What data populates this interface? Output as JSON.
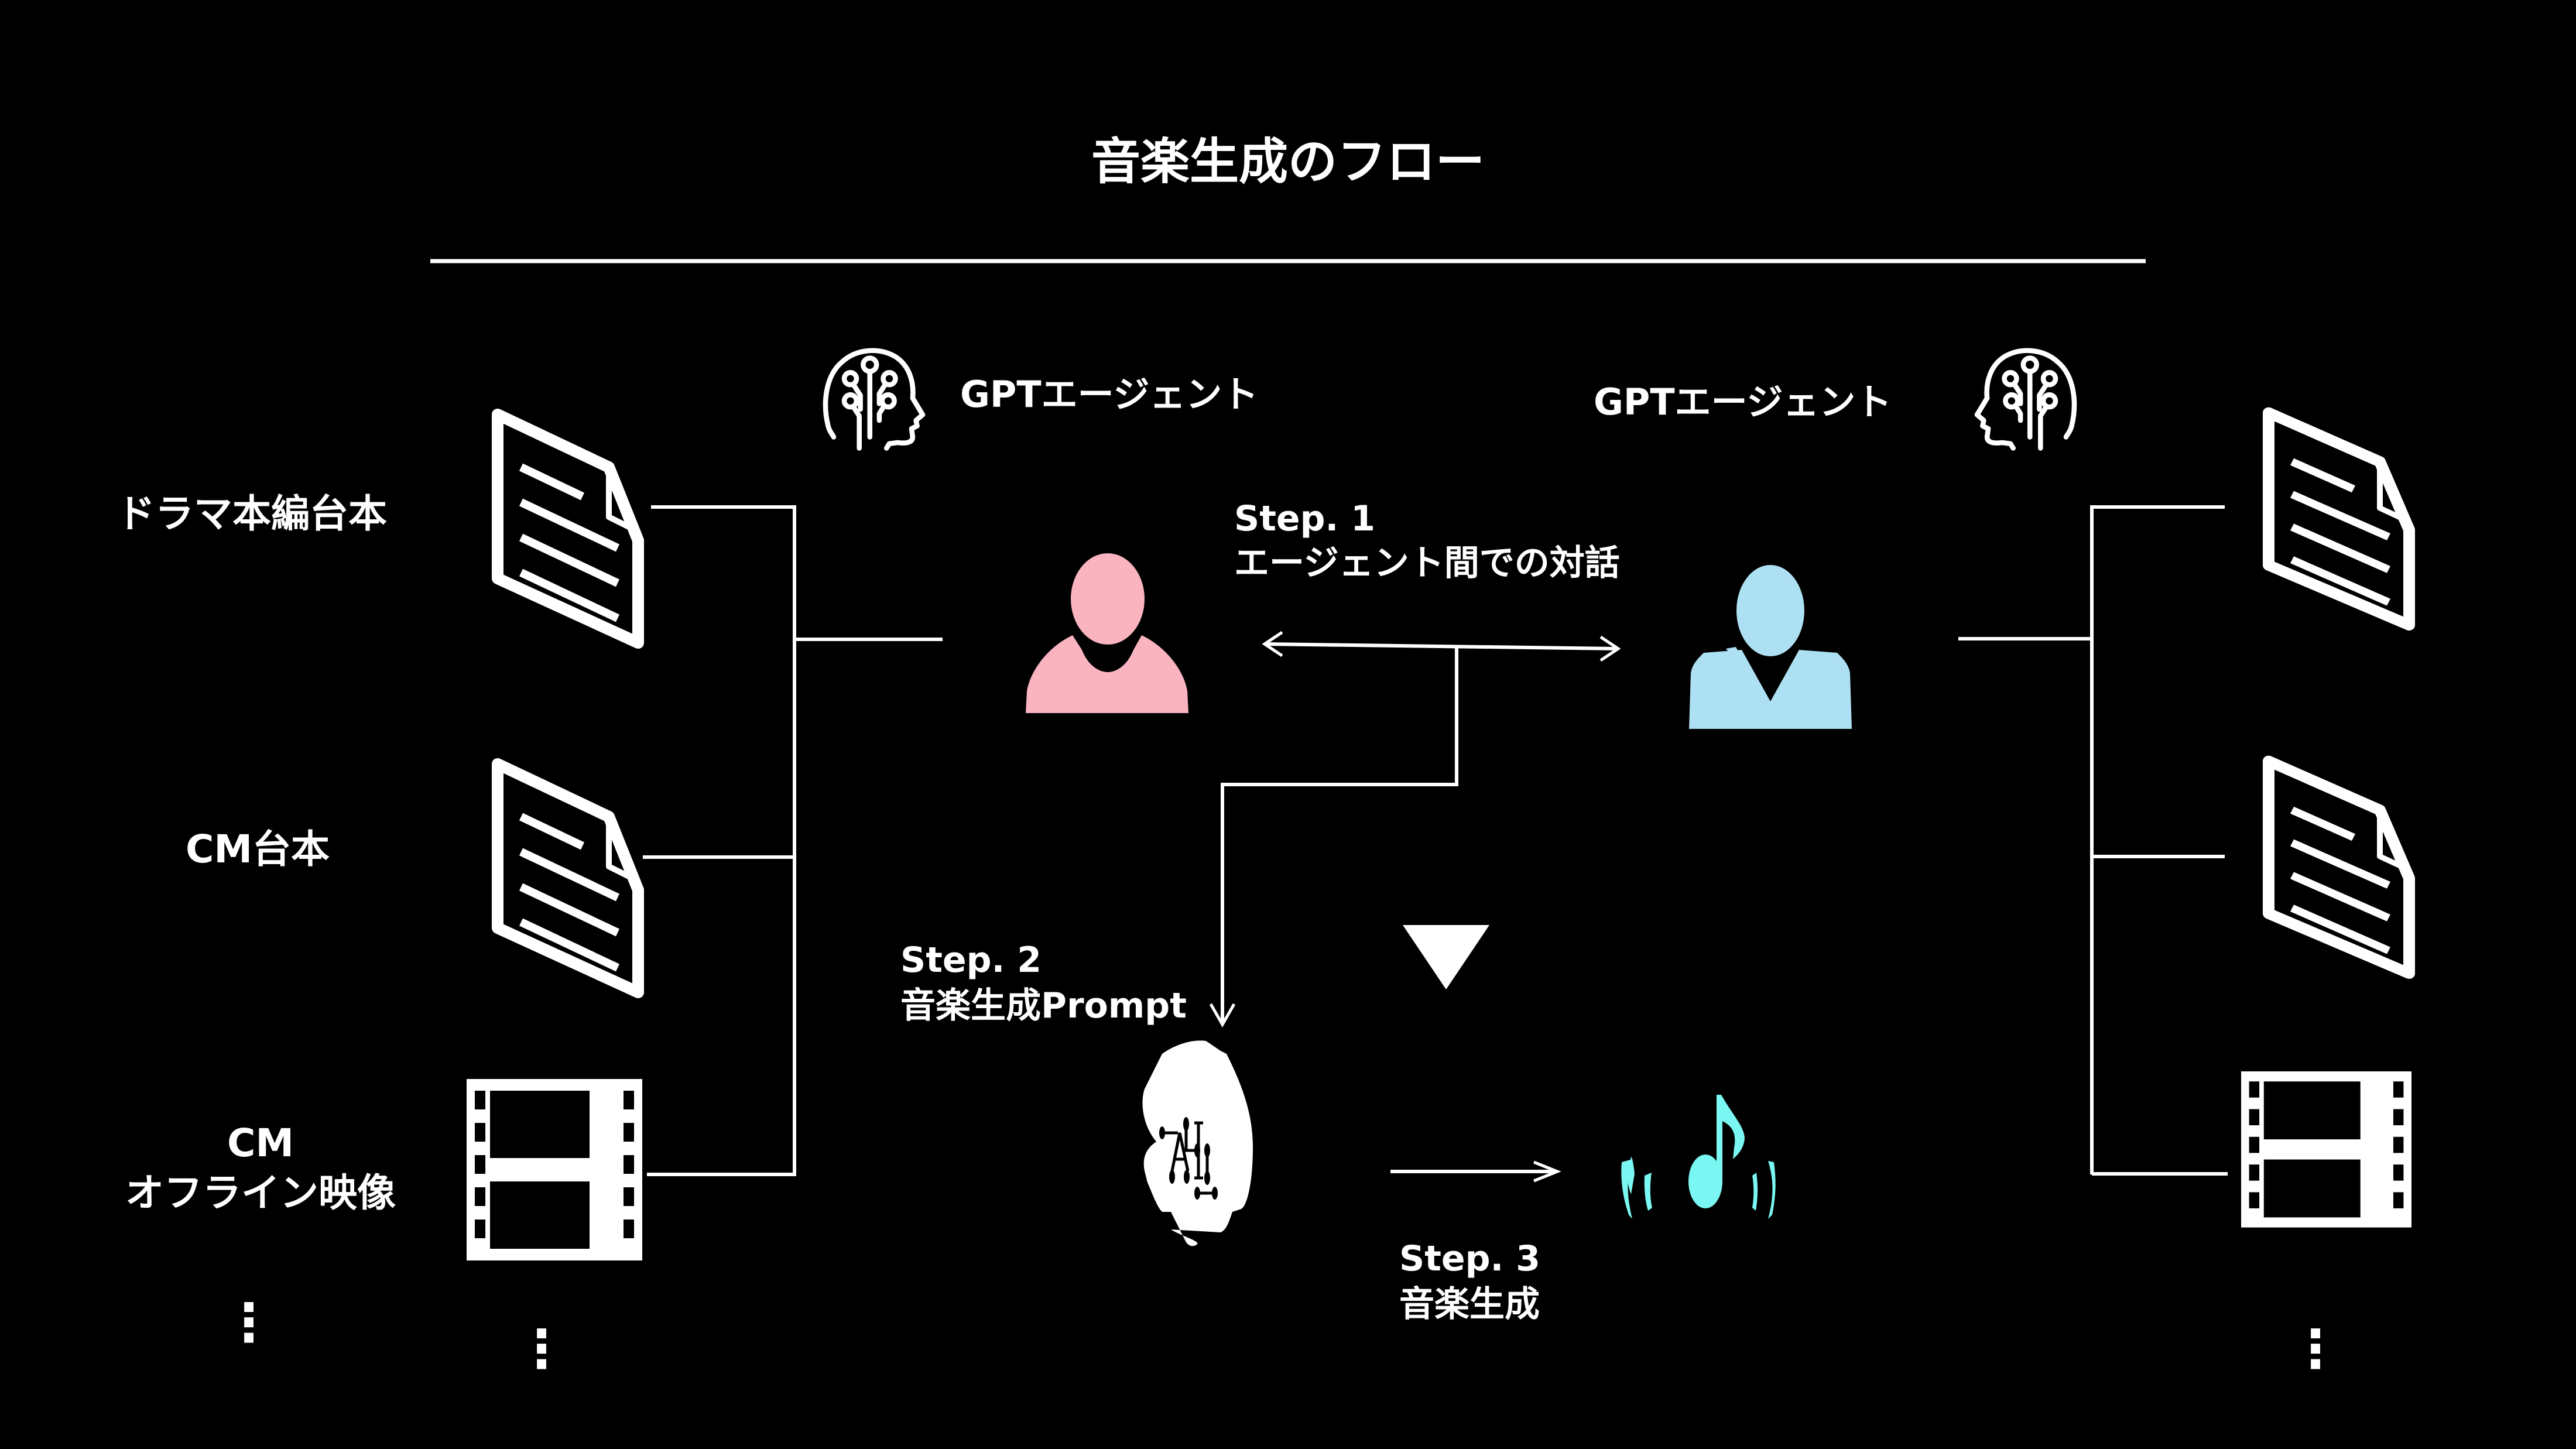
{
  "title": "音楽生成のフロー",
  "colors": {
    "background": "#000000",
    "foreground": "#ffffff",
    "agent_left": "#f9b4c0",
    "agent_right": "#aee0f3",
    "music_note": "#7af7f2"
  },
  "agents": {
    "left": {
      "label": "GPTエージェント",
      "icon": "ai-head-icon",
      "avatar": "female-person-icon"
    },
    "right": {
      "label": "GPTエージェント",
      "icon": "ai-head-icon",
      "avatar": "male-person-icon"
    }
  },
  "inputs_left": [
    {
      "label": "ドラマ本編台本",
      "icon": "document-icon"
    },
    {
      "label": "CM台本",
      "icon": "document-icon"
    },
    {
      "label_line1": "CM",
      "label_line2": "オフライン映像",
      "icon": "film-icon"
    }
  ],
  "inputs_right": [
    {
      "icon": "document-icon"
    },
    {
      "icon": "document-icon"
    },
    {
      "icon": "film-icon"
    }
  ],
  "ellipsis": "⋮",
  "steps": [
    {
      "step": "Step. 1",
      "label": "エージェント間での対話"
    },
    {
      "step": "Step. 2",
      "label": "音楽生成Prompt"
    },
    {
      "step": "Step. 3",
      "label": "音楽生成"
    }
  ],
  "nodes": {
    "ai_brain": {
      "icon": "ai-brain-icon",
      "text": "AI"
    },
    "music": {
      "icon": "music-note-icon"
    },
    "down_marker": {
      "icon": "down-triangle-icon"
    }
  }
}
